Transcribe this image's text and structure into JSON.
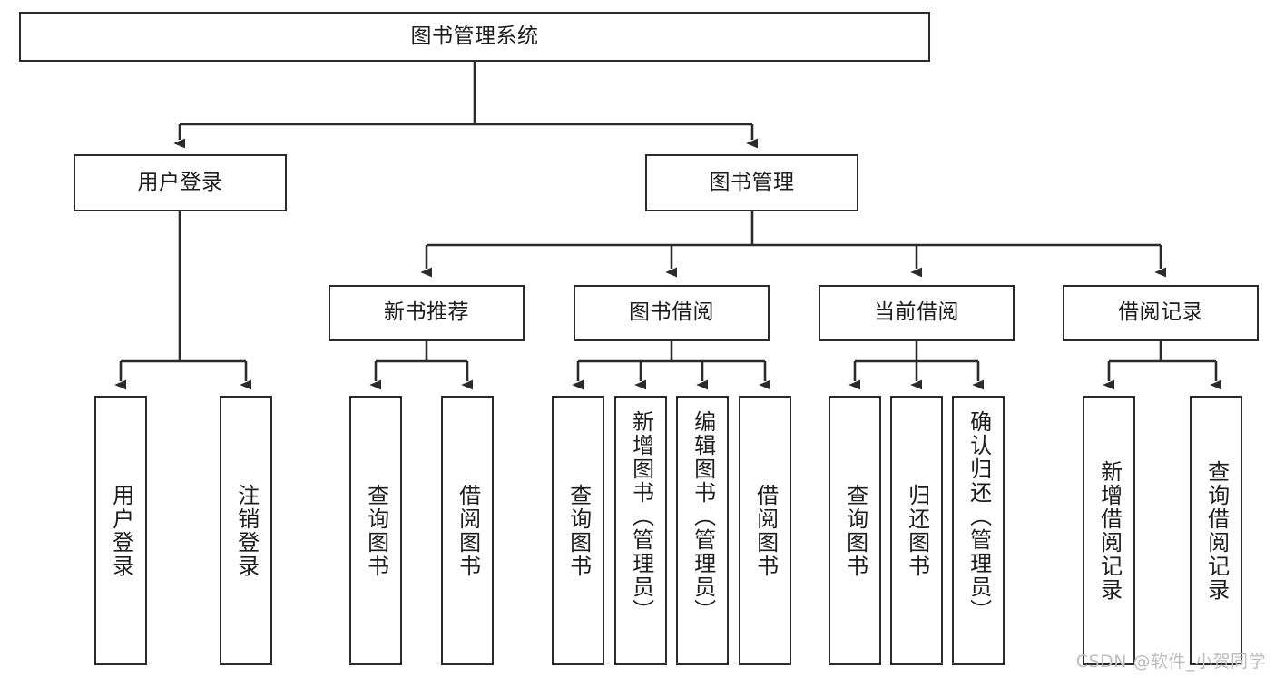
{
  "diagram": {
    "title": "图书管理系统",
    "root": {
      "label": "图书管理系统"
    },
    "level2": [
      {
        "label": "用户登录"
      },
      {
        "label": "图书管理"
      }
    ],
    "level3": [
      {
        "label": "新书推荐"
      },
      {
        "label": "图书借阅"
      },
      {
        "label": "当前借阅"
      },
      {
        "label": "借阅记录"
      }
    ],
    "leaves": {
      "user_login": [
        {
          "label": "用户登录"
        },
        {
          "label": "注销登录"
        }
      ],
      "new_book": [
        {
          "label": "查询图书"
        },
        {
          "label": "借阅图书"
        }
      ],
      "book_borrow": [
        {
          "label": "查询图书"
        },
        {
          "label": "新增图书（管理员）"
        },
        {
          "label": "编辑图书（管理员）"
        },
        {
          "label": "借阅图书"
        }
      ],
      "current_borrow": [
        {
          "label": "查询图书"
        },
        {
          "label": "归还图书"
        },
        {
          "label": "确认归还（管理员）"
        }
      ],
      "borrow_record": [
        {
          "label": "新增借阅记录"
        },
        {
          "label": "查询借阅记录"
        }
      ]
    }
  },
  "watermark": {
    "text": "CSDN @软件_小贺同学"
  },
  "colors": {
    "stroke": "#2b2b2b",
    "fill": "#ffffff",
    "text": "#1d1d1d",
    "watermark": "#bdbdbd"
  }
}
